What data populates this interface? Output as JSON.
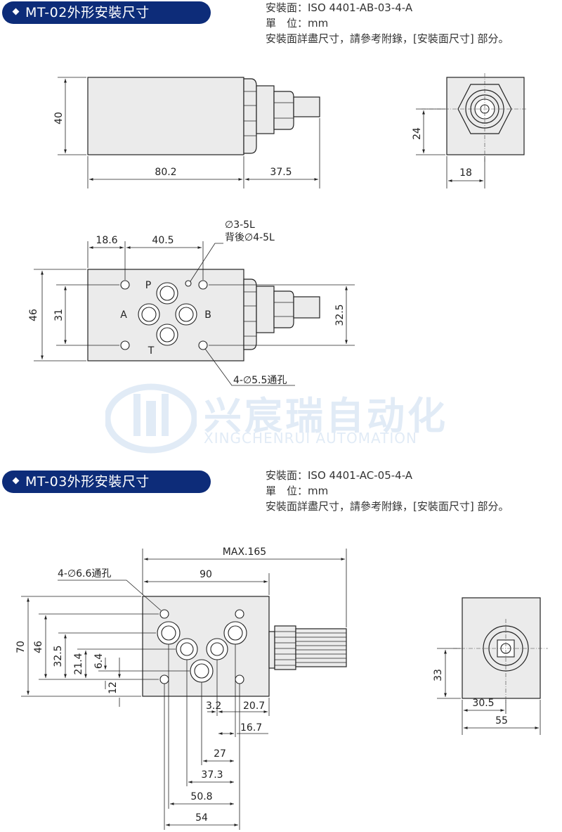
{
  "sections": [
    {
      "title": "MT-02外形安裝尺寸",
      "info": [
        "安裝面：ISO 4401-AB-03-4-A",
        "單　位：mm",
        "安裝面詳盡尺寸，請參考附錄，[安裝面尺寸] 部分。"
      ]
    },
    {
      "title": "MT-03外形安裝尺寸",
      "info": [
        "安裝面：ISO 4401-AC-05-4-A",
        "單　位：mm",
        "安裝面詳盡尺寸，請參考附錄，[安裝面尺寸] 部分。"
      ]
    }
  ],
  "mt02": {
    "side": {
      "height": "40",
      "body_len": "80.2",
      "knob_len": "37.5"
    },
    "end": {
      "height": "24",
      "width": "18"
    },
    "plan": {
      "d1": "18.6",
      "d2": "40.5",
      "h_total": "46",
      "h_holes": "31",
      "h_right": "32.5",
      "note1": "∅3-5L",
      "note2": "背後∅4-5L",
      "note3": "4-∅5.5通孔",
      "ports": {
        "p": "P",
        "a": "A",
        "b": "B",
        "t": "T"
      }
    }
  },
  "mt03": {
    "plan": {
      "max": "MAX.165",
      "w90": "90",
      "note": "4-∅6.6通孔",
      "h70": "70",
      "h46": "46",
      "h32_5": "32.5",
      "h21_4": "21.4",
      "h6_4": "6.4",
      "h12": "12",
      "d3_2": "3.2",
      "d20_7": "20.7",
      "d16_7": "16.7",
      "d27": "27",
      "d37_3": "37.3",
      "d50_8": "50.8",
      "d54": "54"
    },
    "end": {
      "h33": "33",
      "w30_5": "30.5",
      "w55": "55"
    }
  },
  "watermark": {
    "cn": "兴宸瑞自动化",
    "en": "XINGCHENRUI AUTOMATION"
  },
  "colors": {
    "pill": "#0d2c79",
    "body": "#ebebeb",
    "line": "#222222",
    "watermark": "#7aa6d8"
  }
}
